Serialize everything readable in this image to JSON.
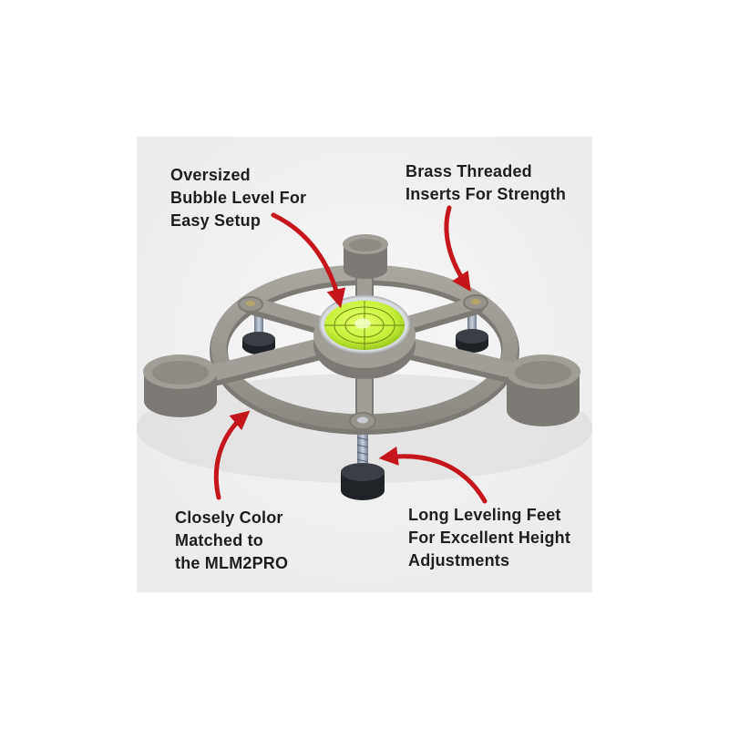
{
  "image": {
    "subject": "product-photo",
    "background": "#f4f4f4",
    "colors": {
      "stand_gray": "#97938d",
      "stand_shadow": "#7d7a75",
      "bubble_level_green": "#c8f03a",
      "arrow_red": "#c4161c",
      "text": "#1e1e1e",
      "foot_black": "#1f2227"
    }
  },
  "callouts": {
    "bubble_level": [
      "Oversized",
      "Bubble Level For",
      "Easy Setup"
    ],
    "brass_inserts": [
      "Brass Threaded",
      "Inserts For Strength"
    ],
    "color_match": [
      "Closely Color",
      "Matched to",
      "the MLM2PRO"
    ],
    "leveling_feet": [
      "Long Leveling Feet",
      "For Excellent Height",
      "Adjustments"
    ]
  }
}
